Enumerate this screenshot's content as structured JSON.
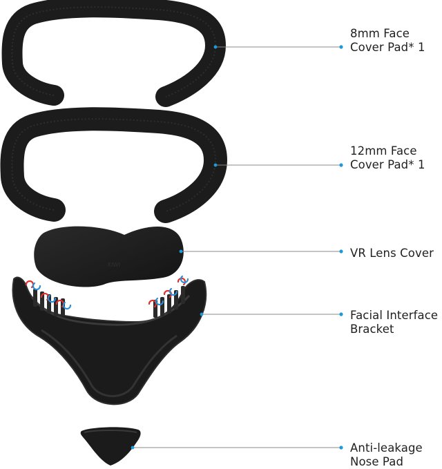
{
  "colors": {
    "background": "#ffffff",
    "product": "#1c1c1c",
    "product_stroke": "#2e2e2e",
    "leader_line": "#8a8a8a",
    "leader_dot": "#1e9ad6",
    "arrow_red": "#e0302a",
    "arrow_blue": "#2a8fd6"
  },
  "parts": [
    {
      "line1": "8mm Face",
      "line2": "Cover Pad* 1",
      "icon": "face-cover-pad"
    },
    {
      "line1": "12mm Face",
      "line2": "Cover Pad* 1",
      "icon": "face-cover-pad-thick"
    },
    {
      "line1": "VR Lens Cover",
      "line2": "",
      "icon": "lens-cover"
    },
    {
      "line1": "Facial Interface",
      "line2": "Bracket",
      "icon": "facial-interface-bracket"
    },
    {
      "line1": "Anti-leakage",
      "line2": "Nose Pad",
      "icon": "nose-pad"
    }
  ]
}
